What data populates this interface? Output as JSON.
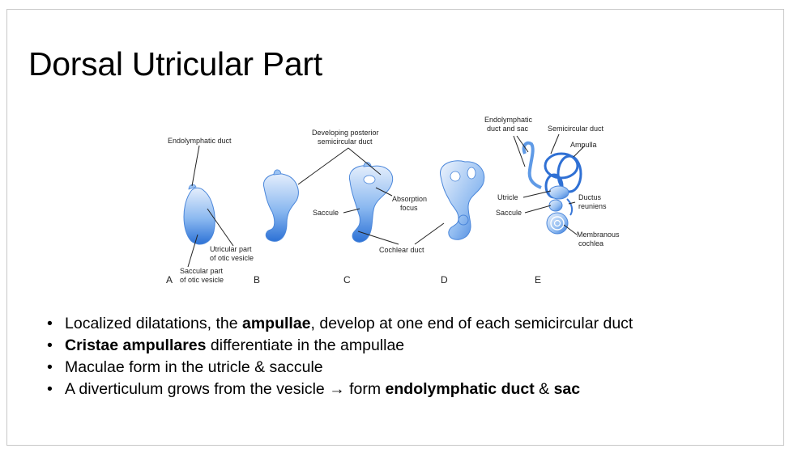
{
  "slide": {
    "title": "Dorsal Utricular Part"
  },
  "figure": {
    "stage_letters": [
      "A",
      "B",
      "C",
      "D",
      "E"
    ],
    "labels": {
      "endolymphatic_duct": "Endolymphatic duct",
      "utricular_part_1": "Utricular part",
      "utricular_part_2": "of otic vesicle",
      "saccular_part_1": "Saccular part",
      "saccular_part_2": "of otic vesicle",
      "developing_posterior_1": "Developing posterior",
      "developing_posterior_2": "semicircular duct",
      "absorption_1": "Absorption",
      "absorption_2": "focus",
      "saccule": "Saccule",
      "cochlear_duct": "Cochlear duct",
      "endolymphatic_duct_sac_1": "Endolymphatic",
      "endolymphatic_duct_sac_2": "duct and sac",
      "semicircular_duct": "Semicircular duct",
      "ampulla": "Ampulla",
      "utricle": "Utricle",
      "saccule_e": "Saccule",
      "ductus_reuniens_1": "Ductus",
      "ductus_reuniens_2": "reuniens",
      "membranous_cochlea_1": "Membranous",
      "membranous_cochlea_2": "cochlea"
    },
    "colors": {
      "fill_light": "#d6e6fa",
      "fill_mid": "#7fb0ee",
      "fill_dark": "#2a6fd4",
      "outline": "#3d7fd8"
    }
  },
  "bullets": [
    {
      "pre": "Localized dilatations, the ",
      "bold": "ampullae",
      "post": ", develop at one end of each semicircular duct",
      "bold2": "",
      "post2": ""
    },
    {
      "pre": "",
      "bold": "Cristae ampullares",
      "post": " differentiate in the ampullae",
      "bold2": "",
      "post2": ""
    },
    {
      "pre": "Maculae form in the utricle & saccule",
      "bold": "",
      "post": "",
      "bold2": "",
      "post2": ""
    },
    {
      "pre": "A diverticulum grows from the vesicle → form ",
      "bold": "endolymphatic duct",
      "post": " & ",
      "bold2": "sac",
      "post2": ""
    }
  ]
}
